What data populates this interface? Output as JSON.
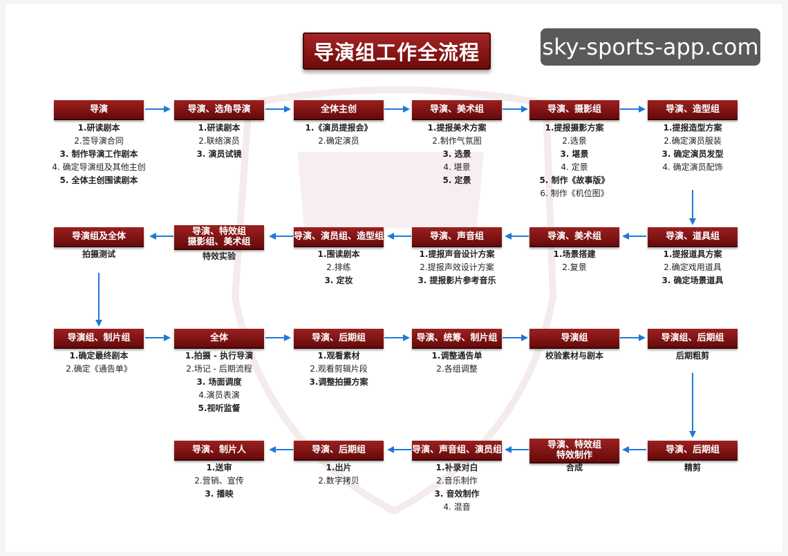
{
  "title": "导演组工作全流程",
  "watermark": "sky-sports-app.com",
  "row1": [
    {
      "label": "导演",
      "items": [
        {
          "t": "1.研读剧本",
          "b": true
        },
        {
          "t": "2.签导演合同",
          "b": false
        },
        {
          "t": "3. 制作导演工作剧本",
          "b": true
        },
        {
          "t": "4. 确定导演组及其他主创",
          "b": false
        },
        {
          "t": "5. 全体主创围读剧本",
          "b": true
        }
      ]
    },
    {
      "label": "导演、选角导演",
      "items": [
        {
          "t": "1.研读剧本",
          "b": true
        },
        {
          "t": "2.联络演员",
          "b": false
        },
        {
          "t": "3. 演员试镜",
          "b": true
        }
      ]
    },
    {
      "label": "全体主创",
      "items": [
        {
          "t": "1.《演员提报会》",
          "b": true
        },
        {
          "t": "2.确定演员",
          "b": false
        }
      ]
    },
    {
      "label": "导演、美术组",
      "items": [
        {
          "t": "1.提报美术方案",
          "b": true
        },
        {
          "t": "2.制作气氛图",
          "b": false
        },
        {
          "t": "3. 选景",
          "b": true
        },
        {
          "t": "4. 堪景",
          "b": false
        },
        {
          "t": "5. 定景",
          "b": true
        }
      ]
    },
    {
      "label": "导演、摄影组",
      "items": [
        {
          "t": "1.提报摄影方案",
          "b": true
        },
        {
          "t": "2.选景",
          "b": false
        },
        {
          "t": "3. 堪景",
          "b": true
        },
        {
          "t": "4. 定景",
          "b": false
        },
        {
          "t": "5. 制作《故事版》",
          "b": true
        },
        {
          "t": "6. 制作《机位图》",
          "b": false
        }
      ]
    },
    {
      "label": "导演、造型组",
      "items": [
        {
          "t": "1.提报造型方案",
          "b": true
        },
        {
          "t": "2.确定演员服装",
          "b": false
        },
        {
          "t": "3. 确定演员发型",
          "b": true
        },
        {
          "t": "4. 确定演员配饰",
          "b": false
        }
      ]
    }
  ],
  "row2": [
    {
      "label": "导演组及全体",
      "items": [
        {
          "t": "拍摄测试",
          "b": true
        }
      ]
    },
    {
      "label": "导演、特效组 摄影组、美术组",
      "line1": "导演、特效组",
      "line2": "摄影组、美术组",
      "items": [
        {
          "t": "特效实验",
          "b": true
        }
      ]
    },
    {
      "label": "导演、演员组、造型组",
      "items": [
        {
          "t": "1.围读剧本",
          "b": true
        },
        {
          "t": "2.排练",
          "b": false
        },
        {
          "t": "3. 定妆",
          "b": true
        }
      ]
    },
    {
      "label": "导演、声音组",
      "items": [
        {
          "t": "1.提报声音设计方案",
          "b": true
        },
        {
          "t": "2.提报声效设计方案",
          "b": false
        },
        {
          "t": "3. 提报影片参考音乐",
          "b": true
        }
      ]
    },
    {
      "label": "导演、美术组",
      "items": [
        {
          "t": "1.场景搭建",
          "b": true
        },
        {
          "t": "2.复景",
          "b": false
        }
      ]
    },
    {
      "label": "导演、道具组",
      "items": [
        {
          "t": "1.提报道具方案",
          "b": true
        },
        {
          "t": "2.确定戏用道具",
          "b": false
        },
        {
          "t": "3. 确定场景道具",
          "b": true
        }
      ]
    }
  ],
  "row3": [
    {
      "label": "导演组、制片组",
      "items": [
        {
          "t": "1.确定最终剧本",
          "b": true
        },
        {
          "t": "2.确定《通告单》",
          "b": false
        }
      ]
    },
    {
      "label": "全体",
      "items": [
        {
          "t": "1.拍摄 - 执行导演",
          "b": true
        },
        {
          "t": "2.场记 - 后期流程",
          "b": false
        },
        {
          "t": "3. 场面调度",
          "b": true
        },
        {
          "t": "4.演员表演",
          "b": false
        },
        {
          "t": "5.视听监督",
          "b": true
        }
      ]
    },
    {
      "label": "导演、后期组",
      "items": [
        {
          "t": "1.观看素材",
          "b": true
        },
        {
          "t": "2.观看剪辑片段",
          "b": false
        },
        {
          "t": "3.调整拍摄方案",
          "b": true
        }
      ]
    },
    {
      "label": "导演、统筹、制片组",
      "items": [
        {
          "t": "1.调整通告单",
          "b": true
        },
        {
          "t": "2.各组调整",
          "b": false
        }
      ]
    },
    {
      "label": "导演组",
      "items": [
        {
          "t": "校验素材与剧本",
          "b": true
        }
      ]
    },
    {
      "label": "导演组、后期组",
      "items": [
        {
          "t": "后期粗剪",
          "b": true
        }
      ]
    }
  ],
  "row4": [
    {
      "label": "导演、制片人",
      "items": [
        {
          "t": "1.送审",
          "b": true
        },
        {
          "t": "2.营销、宣传",
          "b": false
        },
        {
          "t": "3. 播映",
          "b": true
        }
      ]
    },
    {
      "label": "导演、后期组",
      "items": [
        {
          "t": "1.出片",
          "b": true
        },
        {
          "t": "2.数字拷贝",
          "b": false
        }
      ]
    },
    {
      "label": "导演、声音组、演员组",
      "items": [
        {
          "t": "1.补录对白",
          "b": true
        },
        {
          "t": "2.音乐制作",
          "b": false
        },
        {
          "t": "3. 音效制作",
          "b": true
        },
        {
          "t": "4. 混音",
          "b": false
        }
      ]
    },
    {
      "label": "导演、特效组 特效制作",
      "line1": "导演、特效组",
      "line2": "特效制作",
      "items": [
        {
          "t": "合成",
          "b": true
        }
      ]
    },
    {
      "label": "导演、后期组",
      "items": [
        {
          "t": "精剪",
          "b": true
        }
      ]
    }
  ],
  "colors": {
    "box_top": "#9c2020",
    "box_bottom": "#670a0a",
    "arrow": "#1f78d6"
  }
}
